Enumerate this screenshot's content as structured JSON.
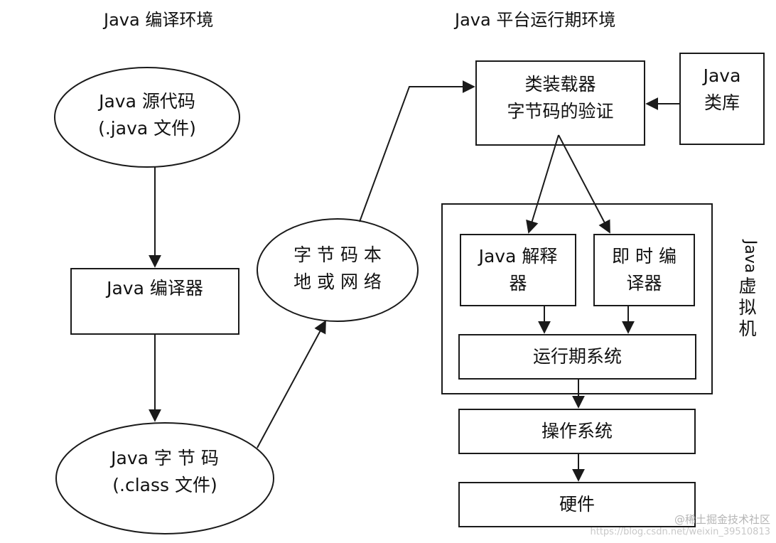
{
  "headings": {
    "compile_env": "Java 编译环境",
    "runtime_env": "Java 平台运行期环境"
  },
  "compile": {
    "source": {
      "line1": "Java  源代码",
      "line2": "(.java 文件)"
    },
    "compiler": "Java 编译器",
    "bytecode": {
      "line1": "Java   字 节 码",
      "line2": "(.class 文件)"
    }
  },
  "transfer": {
    "line1": "字 节 码 本",
    "line2": "地 或 网 络"
  },
  "runtime": {
    "loader": {
      "line1": "类装载器",
      "line2": "字节码的验证"
    },
    "class_lib": {
      "line1": "Java",
      "line2": "类库"
    },
    "interpreter": {
      "line1": "Java 解释",
      "line2": "器"
    },
    "jit": {
      "line1": "即 时 编",
      "line2": "译器"
    },
    "runtime_system": "运行期系统",
    "os": "操作系统",
    "hardware": "硬件"
  },
  "vm_label": {
    "latin": "Java",
    "chars": [
      "虚",
      "拟",
      "机"
    ]
  },
  "watermark": {
    "line1": "@稀土掘金技术社区",
    "line2": "https://blog.csdn.net/weixin_39510813"
  },
  "colors": {
    "stroke": "#1a1a1a",
    "fill": "#ffffff",
    "watermark": "#c0c0c0"
  }
}
